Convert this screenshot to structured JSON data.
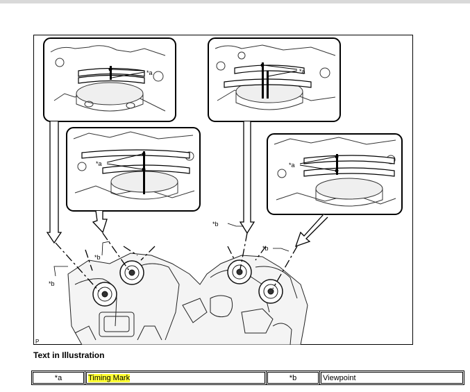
{
  "figure": {
    "callout_a": "*a",
    "callout_b": "*b",
    "figure_code": "P"
  },
  "section_heading": "Text in Illustration",
  "legend": [
    {
      "code": "*a",
      "description": "Timing Mark",
      "highlight": "#ffff33"
    },
    {
      "code": "*b",
      "description": "Viewpoint"
    }
  ]
}
